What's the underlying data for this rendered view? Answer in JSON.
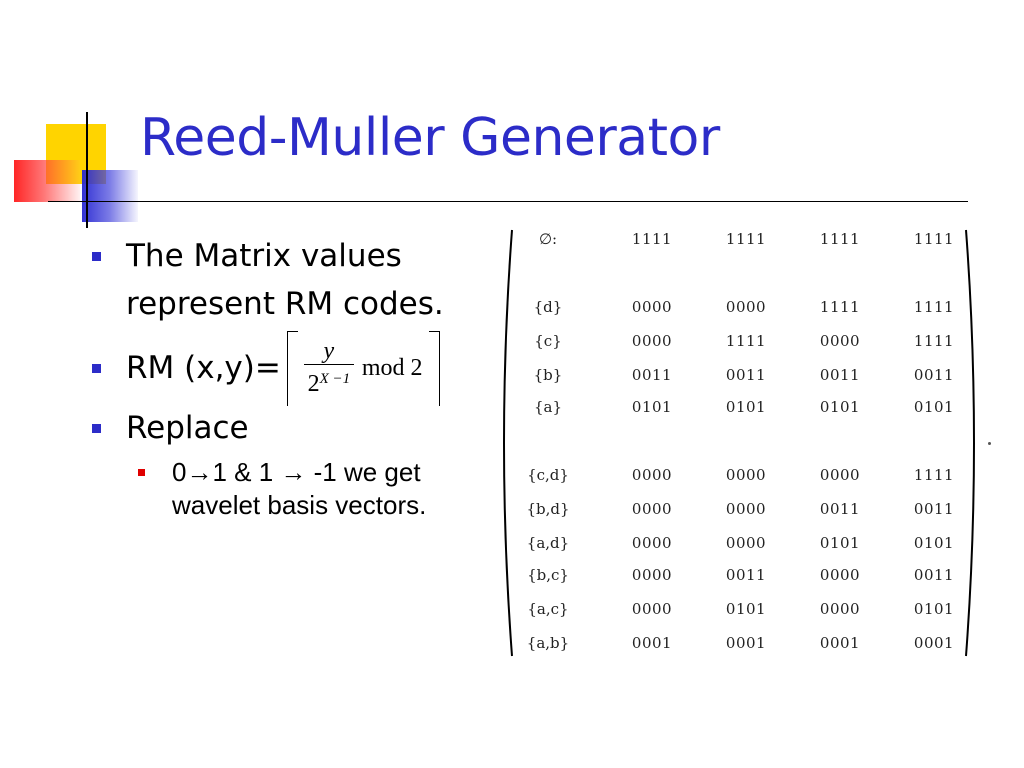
{
  "slide": {
    "title": "Reed-Muller Generator",
    "bullets": [
      {
        "text": "The Matrix values represent RM codes."
      },
      {
        "prefix": "RM (x,y)=",
        "formula": {
          "numerator": "y",
          "base": "2",
          "exponent": "X −1",
          "tail": "mod 2"
        }
      },
      {
        "text": "Replace"
      }
    ],
    "sub_bullet": {
      "text": "0→1 & 1 → -1 we get wavelet basis vectors."
    }
  },
  "matrix": {
    "rows": [
      {
        "label": "∅:",
        "cells": [
          "1111",
          "1111",
          "1111",
          "1111"
        ]
      },
      {
        "label": "{d}",
        "cells": [
          "0000",
          "0000",
          "1111",
          "1111"
        ]
      },
      {
        "label": "{c}",
        "cells": [
          "0000",
          "1111",
          "0000",
          "1111"
        ]
      },
      {
        "label": "{b}",
        "cells": [
          "0011",
          "0011",
          "0011",
          "0011"
        ]
      },
      {
        "label": "{a}",
        "cells": [
          "0101",
          "0101",
          "0101",
          "0101"
        ]
      },
      {
        "label": "{c,d}",
        "cells": [
          "0000",
          "0000",
          "0000",
          "1111"
        ]
      },
      {
        "label": "{b,d}",
        "cells": [
          "0000",
          "0000",
          "0011",
          "0011"
        ]
      },
      {
        "label": "{a,d}",
        "cells": [
          "0000",
          "0000",
          "0101",
          "0101"
        ]
      },
      {
        "label": "{b,c}",
        "cells": [
          "0000",
          "0011",
          "0000",
          "0011"
        ]
      },
      {
        "label": "{a,c}",
        "cells": [
          "0000",
          "0101",
          "0000",
          "0101"
        ]
      },
      {
        "label": "{a,b}",
        "cells": [
          "0001",
          "0001",
          "0001",
          "0001"
        ]
      }
    ]
  },
  "colors": {
    "title": "#2c2cc8",
    "bullet_main": "#2c2cc8",
    "bullet_sub": "#e00000"
  }
}
